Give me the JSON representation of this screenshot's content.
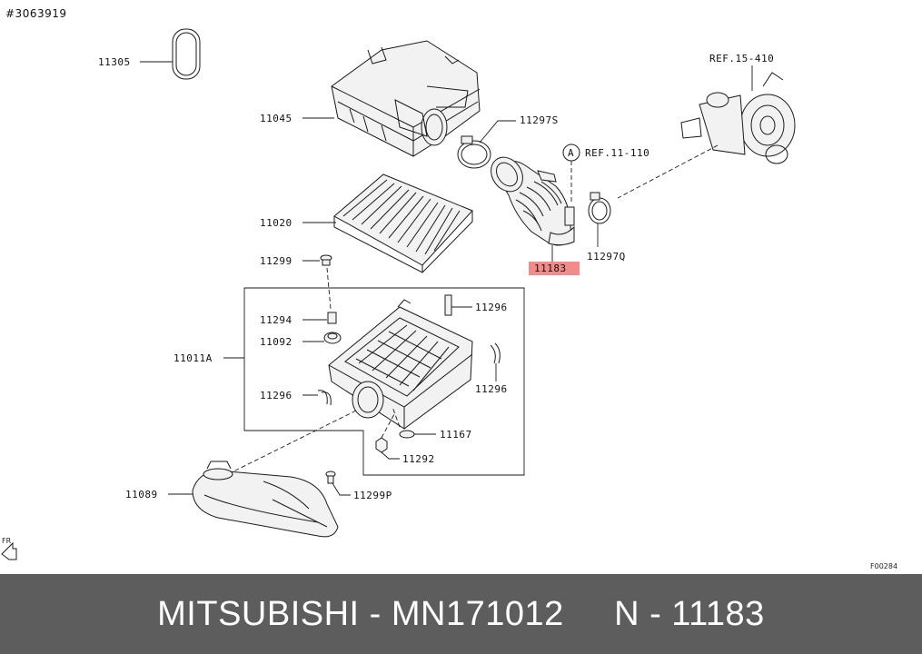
{
  "image_id": "#3063919",
  "fig_code": "F00284",
  "footer": {
    "text": "MITSUBISHI - MN171012     N - 11183"
  },
  "labels": {
    "p11305": "11305",
    "p11045": "11045",
    "p11297S": "11297S",
    "ref_turbo": "REF.15-410",
    "ref_a_letter": "A",
    "ref_a_text": "REF.11-110",
    "p11020": "11020",
    "p11297Q": "11297Q",
    "p11183": "11183",
    "p11299": "11299",
    "p11296_top": "11296",
    "p11294": "11294",
    "p11092": "11092",
    "p11011A": "11011A",
    "p11296_right": "11296",
    "p11296_left": "11296",
    "p11167": "11167",
    "p11292": "11292",
    "p11089": "11089",
    "p11299P": "11299P",
    "fr": "FR"
  },
  "colors": {
    "highlight": "#f28b8b",
    "footer_bg": "#5d5d5d",
    "footer_text": "#ffffff"
  }
}
